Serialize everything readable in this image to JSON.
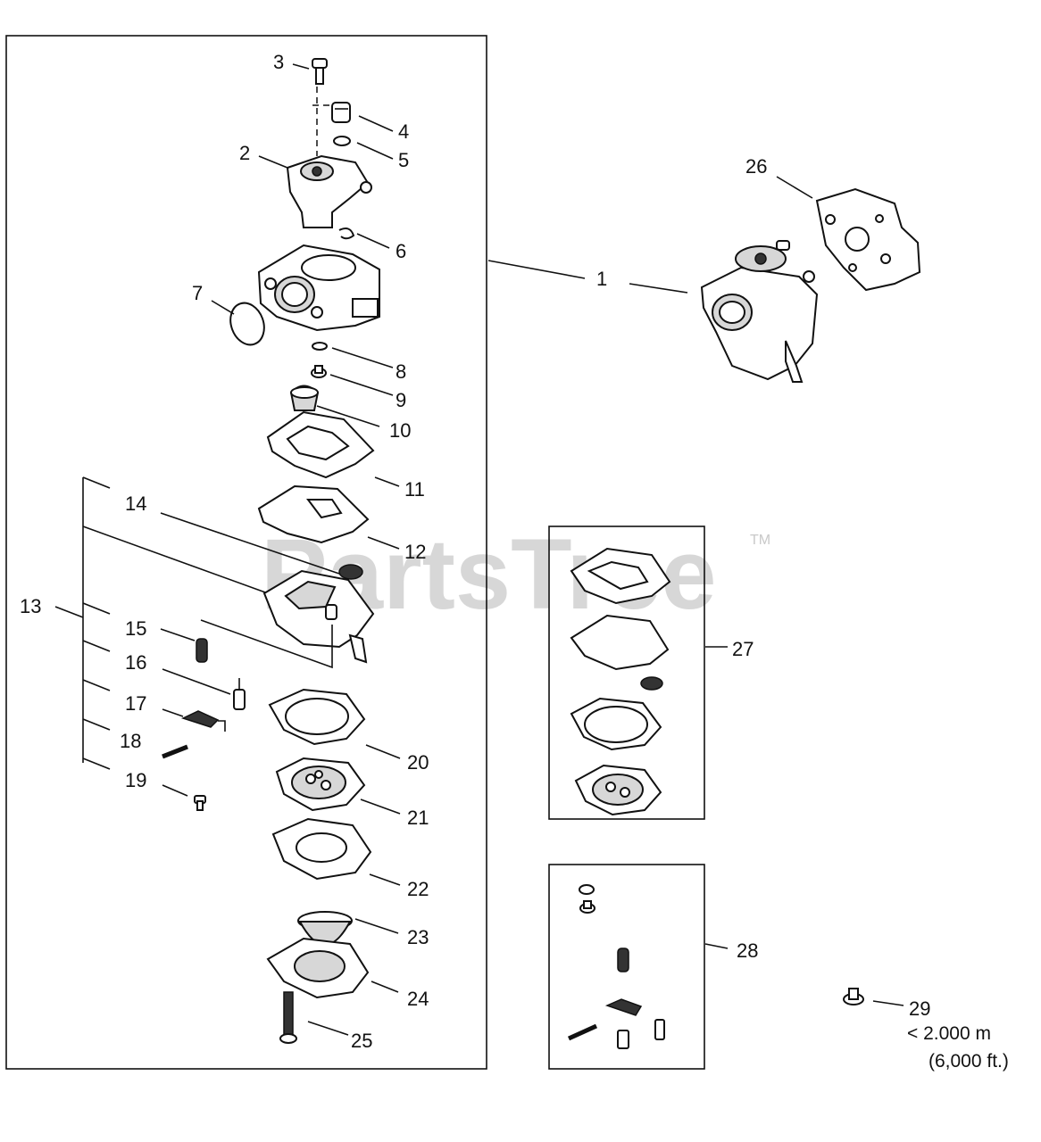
{
  "watermark": {
    "brand": "PartsTree",
    "trademark": "TM"
  },
  "callouts": {
    "c1": "1",
    "c2": "2",
    "c3": "3",
    "c4": "4",
    "c5": "5",
    "c6": "6",
    "c7": "7",
    "c8": "8",
    "c9": "9",
    "c10": "10",
    "c11": "11",
    "c12": "12",
    "c13": "13",
    "c14": "14",
    "c15": "15",
    "c16": "16",
    "c17": "17",
    "c18": "18",
    "c19": "19",
    "c20": "20",
    "c21": "21",
    "c22": "22",
    "c23": "23",
    "c24": "24",
    "c25": "25",
    "c26": "26",
    "c27": "27",
    "c28": "28",
    "c29": "29"
  },
  "notes": {
    "altitude": "< 2.000 m",
    "altitude_ft": "(6,000 ft.)"
  }
}
